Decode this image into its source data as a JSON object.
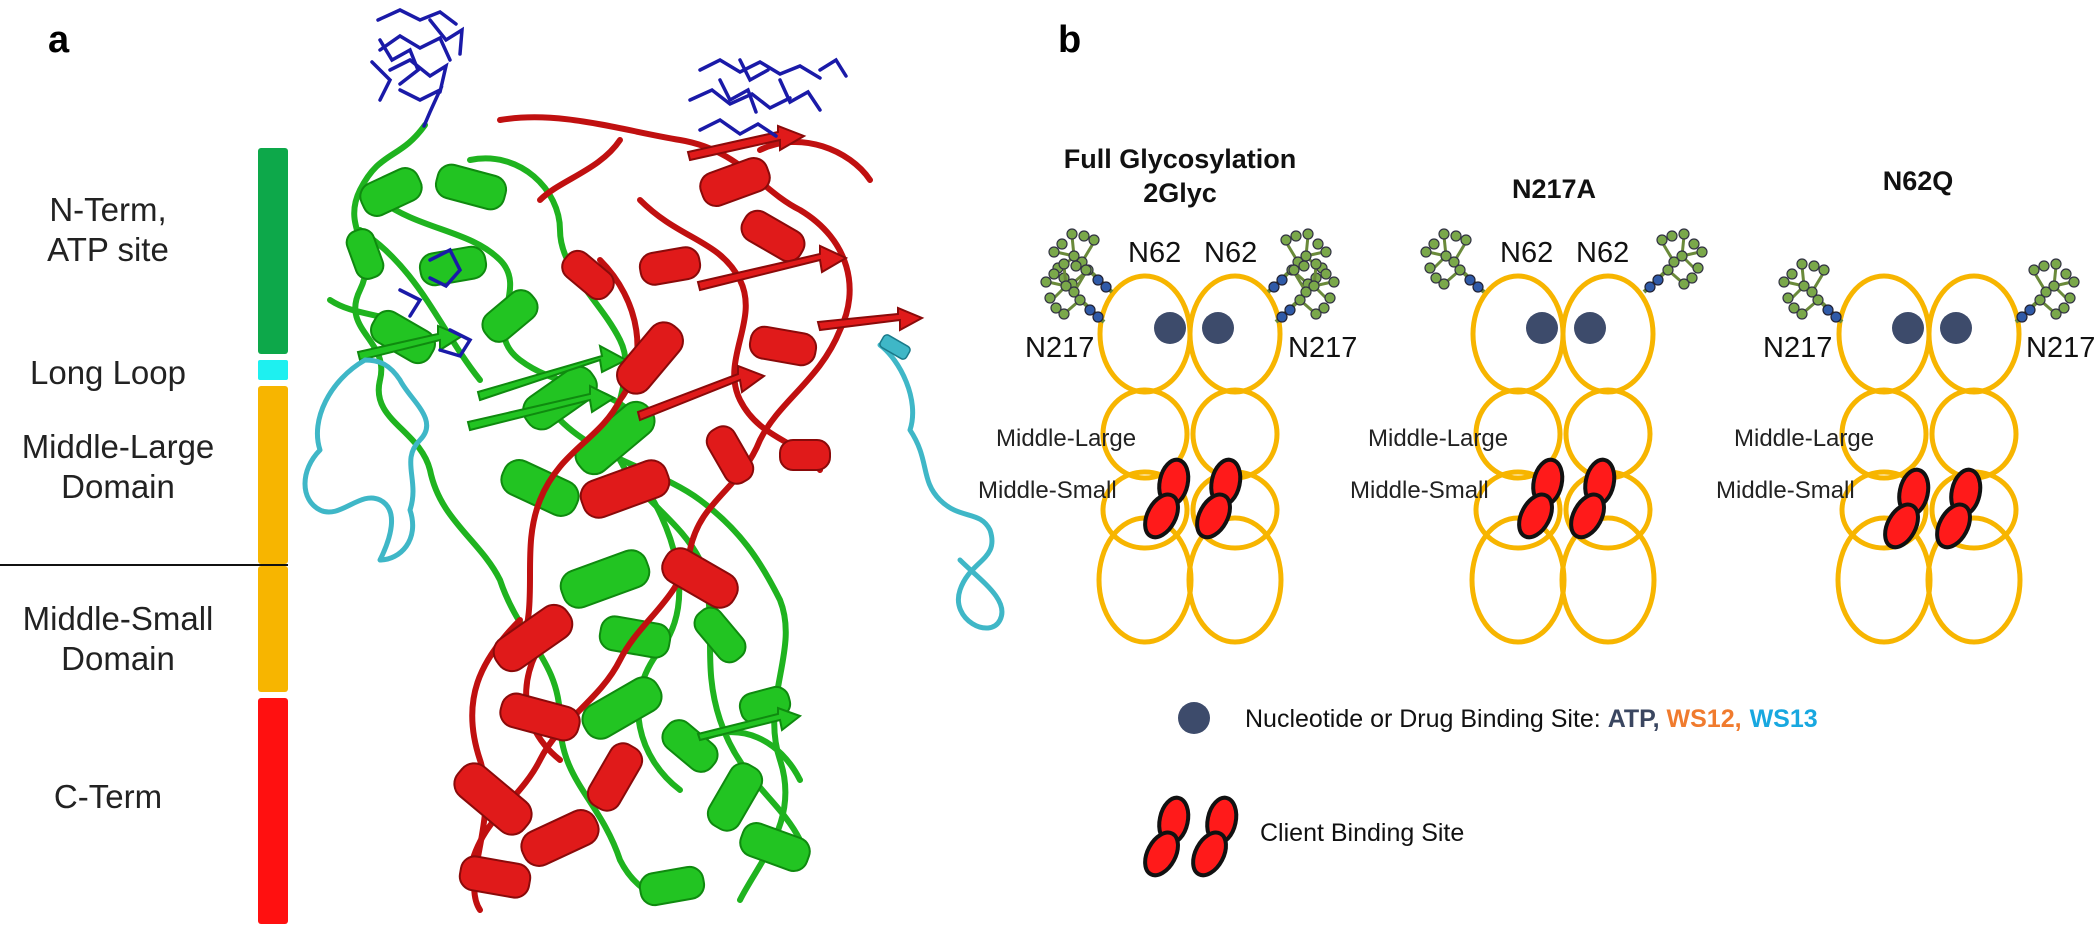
{
  "panel_a": {
    "label": "a",
    "domains": [
      {
        "label_lines": [
          "N-Term,",
          "ATP site"
        ],
        "color": "#0da84a"
      },
      {
        "label_lines": [
          "Long Loop"
        ],
        "color": "#1ef0f0"
      },
      {
        "label_lines": [
          "Middle-Large",
          "Domain"
        ],
        "color": "#f7b500"
      },
      {
        "label_lines": [
          "Middle-Small",
          "Domain"
        ],
        "color": "#f7b500"
      },
      {
        "label_lines": [
          "C-Term"
        ],
        "color": "#ff1010"
      }
    ]
  },
  "panel_b": {
    "label": "b",
    "variants": [
      {
        "title_lines": [
          "Full Glycosylation",
          "2Glyc"
        ],
        "left_sites": [
          "N62",
          "N217"
        ],
        "right_sites": [
          "N62",
          "N217"
        ]
      },
      {
        "title_lines": [
          "N217A"
        ],
        "left_sites": [
          "N62"
        ],
        "right_sites": [
          "N62"
        ]
      },
      {
        "title_lines": [
          "N62Q"
        ],
        "left_sites": [
          "N217"
        ],
        "right_sites": [
          "N217"
        ]
      }
    ],
    "domain_labels": {
      "middle_large": "Middle-Large",
      "middle_small": "Middle-Small"
    },
    "legend": {
      "nucleotide_prefix": "Nucleotide or Drug Binding Site: ",
      "atp": "ATP",
      "sep": ", ",
      "ws12": "WS12,",
      "ws13": "WS13",
      "client": "Client Binding Site"
    }
  },
  "colors": {
    "outline": "#f7b500",
    "binding_dot": "#3d4b6b",
    "client": "#ff1a1a",
    "glycan_bead": "#7aa84a",
    "glycan_stem": "#2f5aa8",
    "atp_text": "#3a4660",
    "ws12_text": "#f07b2e",
    "ws13_text": "#18a8e0",
    "chain_green": "#1fb31f",
    "chain_red": "#d01818",
    "loop_cyan": "#3fb7c7",
    "ligand_blue": "#1a1aa8"
  }
}
